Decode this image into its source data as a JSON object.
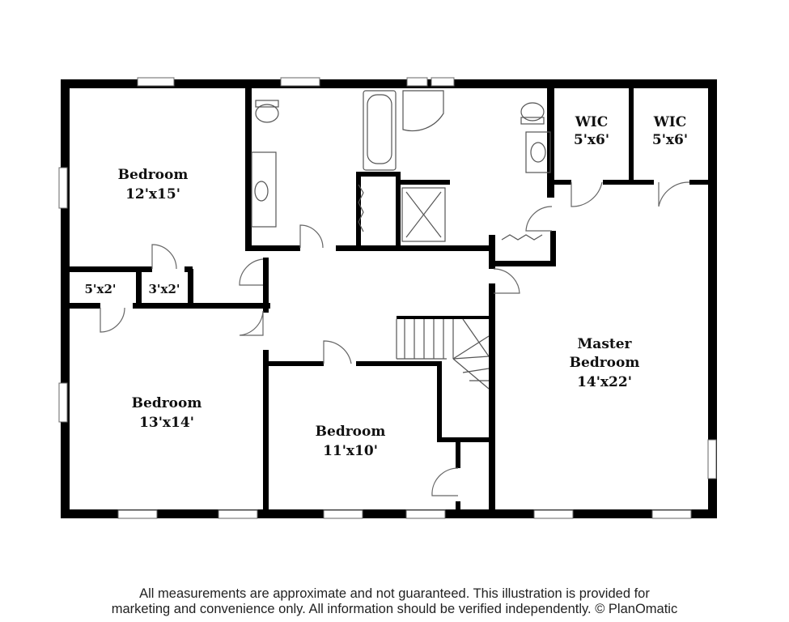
{
  "rooms": {
    "bedroom_nw": {
      "name": "Bedroom",
      "size": "12'x15'"
    },
    "closet_a": {
      "size": "5'x2'"
    },
    "closet_b": {
      "size": "3'x2'"
    },
    "bedroom_sw": {
      "name": "Bedroom",
      "size": "13'x14'"
    },
    "bedroom_mid": {
      "name": "Bedroom",
      "size": "11'x10'"
    },
    "wic_1": {
      "name": "WIC",
      "size": "5'x6'"
    },
    "wic_2": {
      "name": "WIC",
      "size": "5'x6'"
    },
    "master": {
      "name_line1": "Master",
      "name_line2": "Bedroom",
      "size": "14'x22'"
    }
  },
  "disclaimer": {
    "line1": "All measurements are approximate and not guaranteed. This illustration is provided for",
    "line2": "marketing and convenience only. All information should be verified independently. © PlanOmatic"
  },
  "colors": {
    "wall": "#000000",
    "fixture": "#555555",
    "background": "#ffffff"
  }
}
